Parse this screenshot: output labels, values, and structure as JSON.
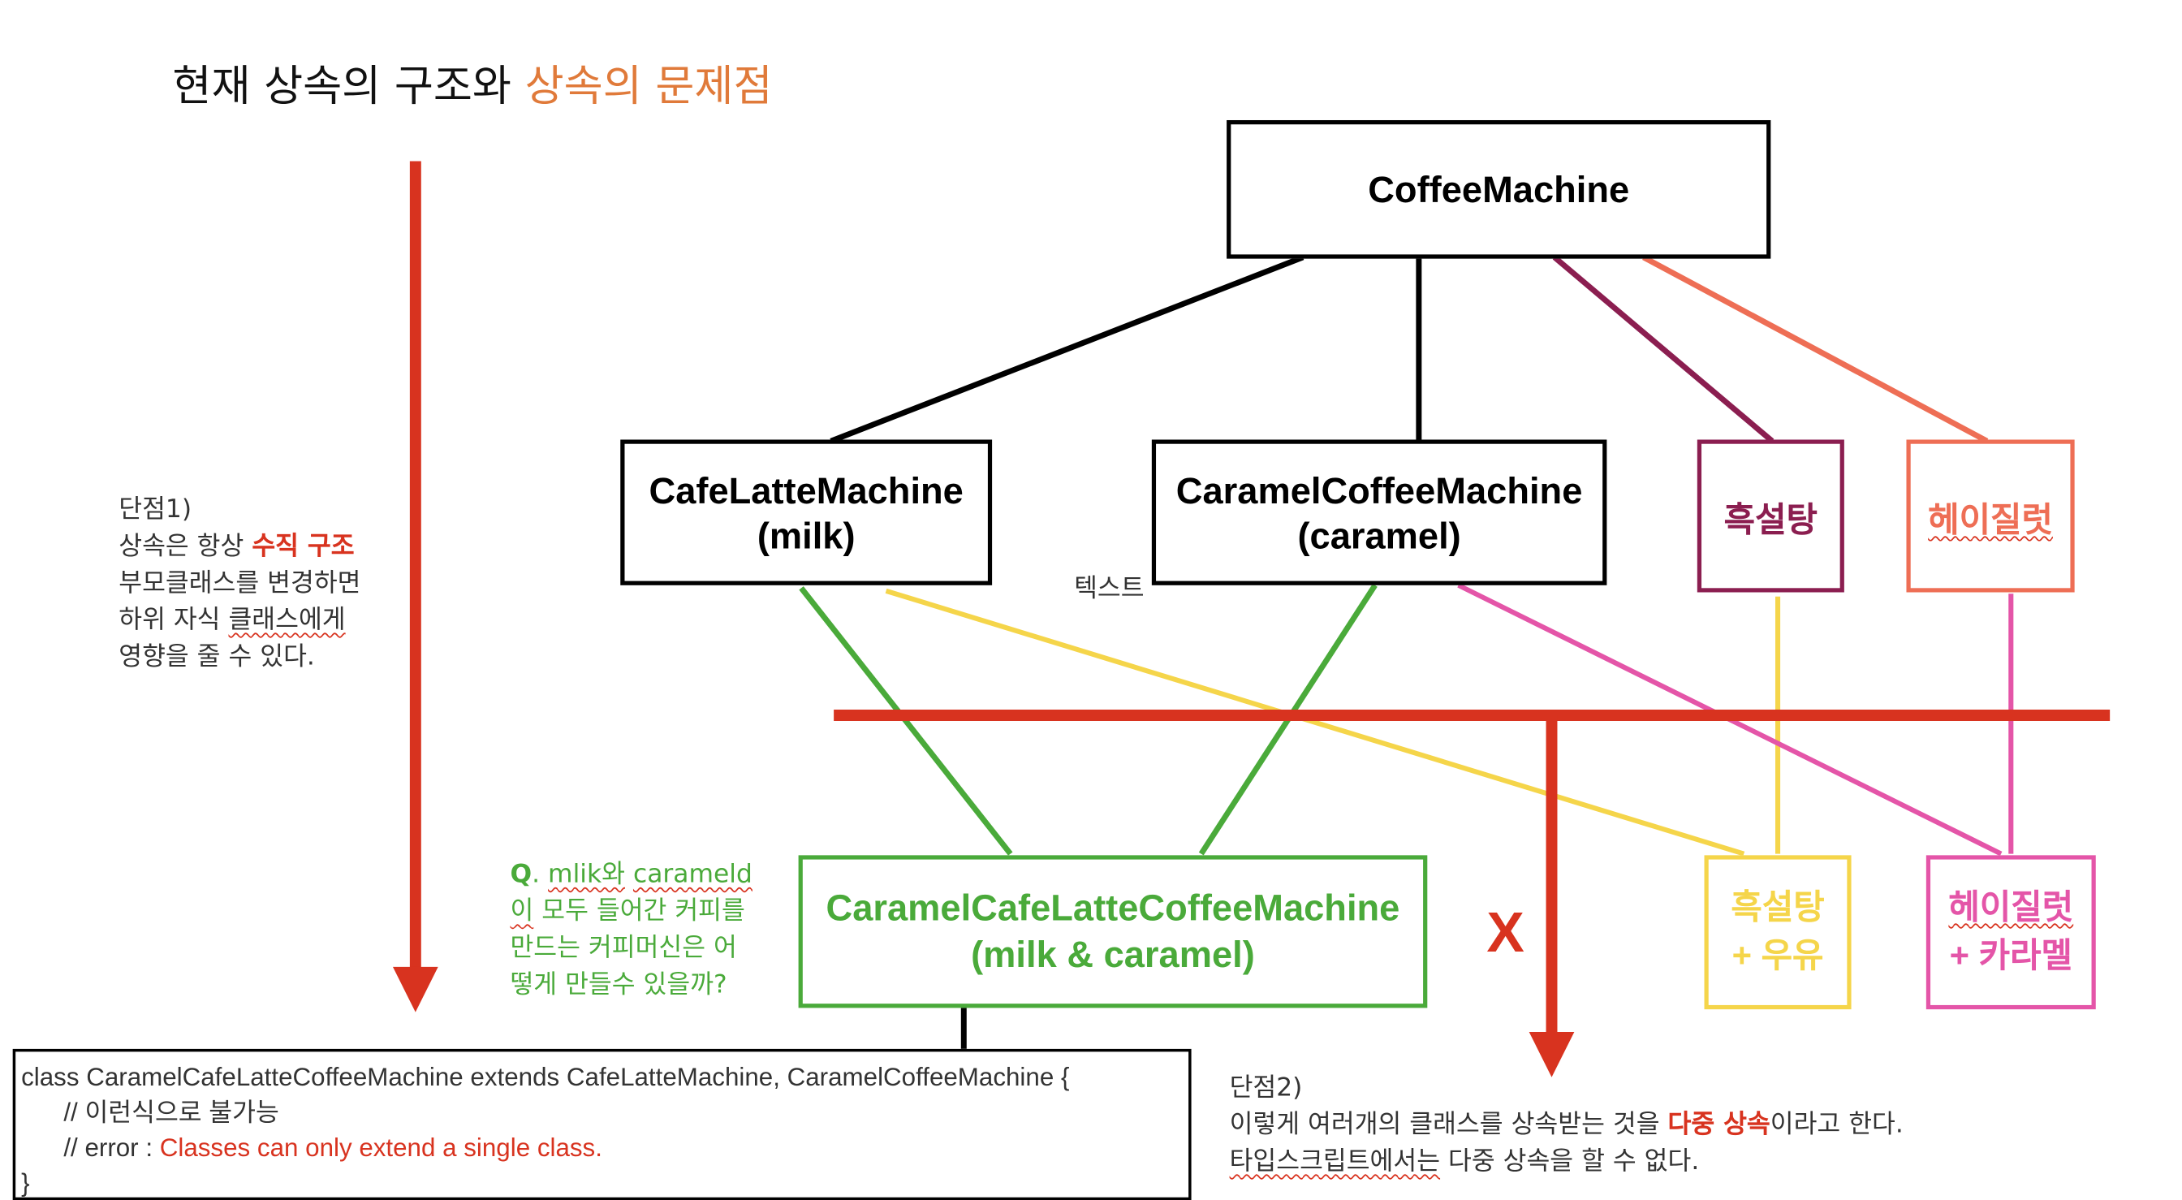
{
  "title": {
    "main": "현재 상속의 구조와 ",
    "highlight": "상속의 문제점"
  },
  "boxes": {
    "coffee_machine": "CoffeeMachine",
    "cafe_latte_name": "CafeLatteMachine",
    "cafe_latte_sub": "(milk)",
    "caramel_name": "CaramelCoffeeMachine",
    "caramel_sub": "(caramel)",
    "brown_sugar": "흑설탕",
    "hazelnut": "헤이질럿",
    "caramel_latte_name": "CaramelCafeLatteCoffeeMachine",
    "caramel_latte_sub": "(milk & caramel)",
    "brown_sugar_milk_1": "흑설탕",
    "brown_sugar_milk_2": "+ 우유",
    "hazelnut_caramel_1": "헤이질럿",
    "hazelnut_caramel_2": "+ 카라멜"
  },
  "floating_label": "텍스트",
  "x_mark": "X",
  "note1": {
    "heading": "단점1)",
    "line2_a": "상속은 항상 ",
    "line2_b": "수직 구조",
    "line3": "부모클래스를 변경하면",
    "line4_a": "하위 자식 ",
    "line4_b": "클래스에게",
    "line5": "영향을 줄 수 있다."
  },
  "question": {
    "q": "Q",
    "dot": ". ",
    "w1": "mlik와",
    "sp": " ",
    "w2": "carameld",
    "w3": "이",
    "line2_rest": " 모두 들어간 커피를",
    "line3": "만드는 커피머신은 어",
    "line4": "떻게 만들수 있을까?"
  },
  "code": {
    "line1": "class CaramelCafeLatteCoffeeMachine extends CafeLatteMachine, CaramelCoffeeMachine {",
    "line2": "// 이런식으로 불가능",
    "line3_a": "// error : ",
    "line3_b": "Classes can only extend a single class.",
    "line4": "}"
  },
  "note2": {
    "heading": "단점2)",
    "line2_a": "이렇게 여러개의 클래스를 상속받는 것을 ",
    "line2_b": "다중 상속",
    "line2_c": "이라고 한다.",
    "line3_a": "타입스크립트에서는",
    "line3_b": " 다중 상속을 할 수 없다."
  },
  "colors": {
    "red": "#d8331f",
    "orange_title": "#e07a3a",
    "green": "#4aaa3a",
    "yellow": "#f5d54a",
    "magenta": "#e455a8",
    "maroon": "#8b1e50",
    "salmon": "#ee6e55"
  }
}
